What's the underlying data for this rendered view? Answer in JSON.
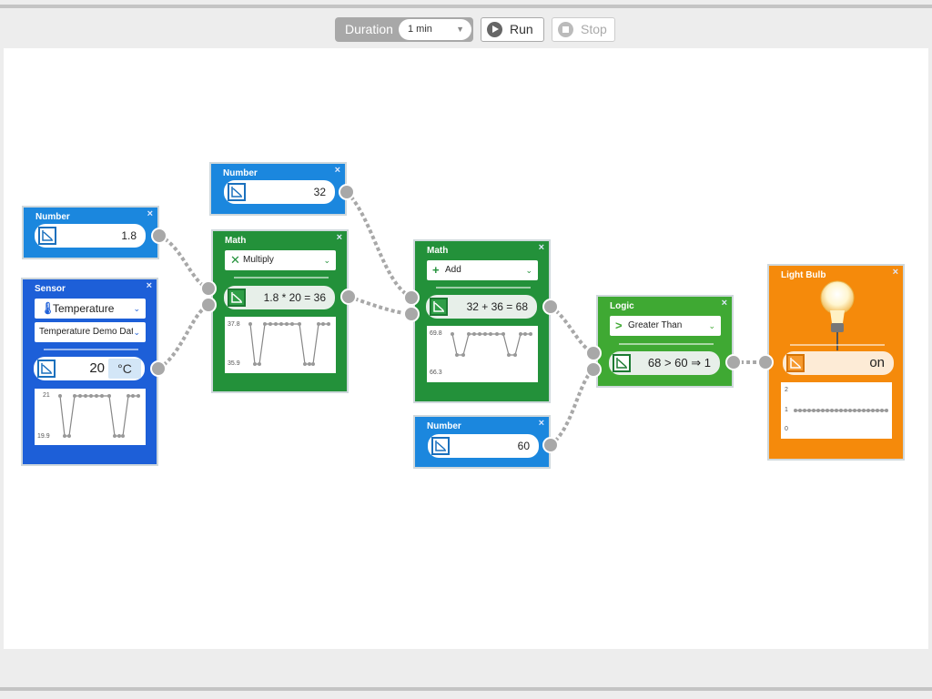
{
  "toolbar": {
    "duration_label": "Duration",
    "duration_value": "1 min",
    "run_label": "Run",
    "stop_label": "Stop"
  },
  "blocks": {
    "number_a": {
      "title": "Number",
      "value": "1.8"
    },
    "number_b": {
      "title": "Number",
      "value": "32"
    },
    "number_c": {
      "title": "Number",
      "value": "60"
    },
    "sensor": {
      "title": "Sensor",
      "sensor_type": "Temperature",
      "dataset": "Temperature Demo Dat",
      "value": "20",
      "unit": "°C",
      "graph_max": "21",
      "graph_min": "19.9"
    },
    "math_multiply": {
      "title": "Math",
      "operation": "Multiply",
      "operation_icon": "multiply-icon",
      "expression": "1.8 * 20 = 36",
      "graph_max": "37.8",
      "graph_min": "35.9"
    },
    "math_add": {
      "title": "Math",
      "operation": "Add",
      "operation_icon": "plus-icon",
      "expression": "32 + 36 = 68",
      "graph_max": "69.8",
      "graph_min": "66.3"
    },
    "logic": {
      "title": "Logic",
      "operation": "Greater Than",
      "operation_icon": "greater-than-icon",
      "expression": "68 > 60 ⇒ 1"
    },
    "light_bulb": {
      "title": "Light Bulb",
      "state": "on",
      "graph_ticks": [
        "2",
        "1",
        "0"
      ]
    }
  },
  "close_glyph": "×",
  "colors": {
    "number": "#1b87de",
    "sensor": "#1d5fd8",
    "math": "#23913a",
    "logic": "#3fa933",
    "light_bulb": "#f58a0b",
    "wire": "#a8a8a8"
  }
}
